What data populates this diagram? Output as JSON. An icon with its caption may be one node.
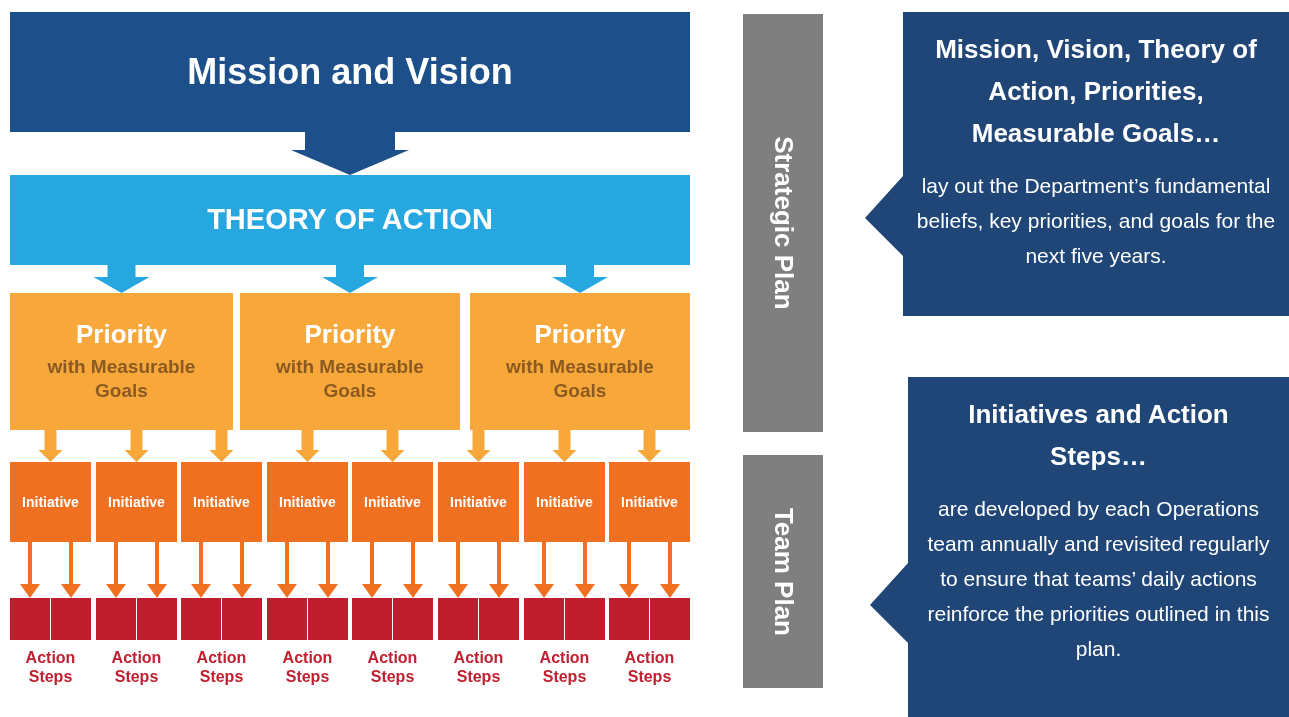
{
  "diagram": {
    "nodes": [
      {
        "text": [
          "Mission and Vision"
        ]
      },
      {
        "text": [
          "THEORY OF ACTION"
        ]
      },
      {
        "text": [
          "Priority",
          "with Measurable Goals"
        ]
      },
      {
        "text": [
          "Priority",
          "with Measurable Goals"
        ]
      },
      {
        "text": [
          "Priority",
          "with Measurable Goals"
        ]
      },
      {
        "text": [
          "Initiative"
        ]
      },
      {
        "text": [
          "Initiative"
        ]
      },
      {
        "text": [
          "Initiative"
        ]
      },
      {
        "text": [
          "Initiative"
        ]
      },
      {
        "text": [
          "Initiative"
        ]
      },
      {
        "text": [
          "Initiative"
        ]
      },
      {
        "text": [
          "Initiative"
        ]
      },
      {
        "text": [
          "Initiative"
        ]
      },
      {
        "text": [],
        "shape": "box"
      },
      {
        "text": [],
        "shape": "box"
      },
      {
        "text": [],
        "shape": "box"
      },
      {
        "text": [],
        "shape": "box"
      },
      {
        "text": [],
        "shape": "box"
      },
      {
        "text": [],
        "shape": "box"
      },
      {
        "text": [],
        "shape": "box"
      },
      {
        "text": [],
        "shape": "box"
      },
      {
        "text": [],
        "shape": "box"
      },
      {
        "text": [],
        "shape": "box"
      },
      {
        "text": [],
        "shape": "box"
      },
      {
        "text": [],
        "shape": "box"
      },
      {
        "text": [],
        "shape": "box"
      },
      {
        "text": [],
        "shape": "box"
      },
      {
        "text": [],
        "shape": "box"
      },
      {
        "text": [],
        "shape": "box"
      },
      {
        "text": [
          "Strategic Plan"
        ]
      },
      {
        "text": [
          "Team Plan"
        ]
      },
      {
        "text": [
          "Mission, Vision, Theory of Action, Priorities, Measurable Goals…",
          "lay out the Department’s fundamental beliefs, key priorities, and goals for the next five years."
        ]
      },
      {
        "text": [
          "Initiatives and Action Steps…",
          "are developed by each Operations team annually and revisited regularly to ensure that teams’ daily actions reinforce the priorities outlined in this plan."
        ]
      }
    ],
    "edges": [
      {
        "from": 0,
        "to": 1,
        "arrow": "to",
        "style": "thick",
        "color": "#1d4f8a"
      },
      {
        "from": 1,
        "to": 2,
        "arrow": "to",
        "style": "thick",
        "color": "#27a7e0"
      },
      {
        "from": 1,
        "to": 3,
        "arrow": "to",
        "style": "thick",
        "color": "#27a7e0"
      },
      {
        "from": 1,
        "to": 4,
        "arrow": "to",
        "style": "thick",
        "color": "#27a7e0"
      },
      {
        "from": 2,
        "to": 5,
        "arrow": "to",
        "style": "thick",
        "color": "#f8a83b"
      },
      {
        "from": 2,
        "to": 6,
        "arrow": "to",
        "style": "thick",
        "color": "#f8a83b"
      },
      {
        "from": 2,
        "to": 7,
        "arrow": "to",
        "style": "thick",
        "color": "#f8a83b"
      },
      {
        "from": 3,
        "to": 8,
        "arrow": "to",
        "style": "thick",
        "color": "#f8a83b"
      },
      {
        "from": 3,
        "to": 9,
        "arrow": "to",
        "style": "thick",
        "color": "#f8a83b"
      },
      {
        "from": 4,
        "to": 10,
        "arrow": "to",
        "style": "thick",
        "color": "#f8a83b"
      },
      {
        "from": 4,
        "to": 11,
        "arrow": "to",
        "style": "thick",
        "color": "#f8a83b"
      },
      {
        "from": 4,
        "to": 12,
        "arrow": "to",
        "style": "thick",
        "color": "#f8a83b"
      },
      {
        "from": 5,
        "to": 13,
        "arrow": "to"
      },
      {
        "from": 5,
        "to": 14,
        "arrow": "to"
      },
      {
        "from": 6,
        "to": 15,
        "arrow": "to"
      },
      {
        "from": 6,
        "to": 16,
        "arrow": "to"
      },
      {
        "from": 7,
        "to": 17,
        "arrow": "to"
      },
      {
        "from": 7,
        "to": 18,
        "arrow": "to"
      },
      {
        "from": 8,
        "to": 19,
        "arrow": "to"
      },
      {
        "from": 8,
        "to": 20,
        "arrow": "to"
      },
      {
        "from": 9,
        "to": 21,
        "arrow": "to"
      },
      {
        "from": 9,
        "to": 22,
        "arrow": "to"
      },
      {
        "from": 10,
        "to": 23,
        "arrow": "to"
      },
      {
        "from": 10,
        "to": 24,
        "arrow": "to"
      },
      {
        "from": 11,
        "to": 25,
        "arrow": "to"
      },
      {
        "from": 11,
        "to": 26,
        "arrow": "to"
      },
      {
        "from": 12,
        "to": 27,
        "arrow": "to"
      },
      {
        "from": 12,
        "to": 28,
        "arrow": "to"
      }
    ],
    "labels": [
      "Action Steps",
      "Action Steps",
      "Action Steps",
      "Action Steps",
      "Action Steps",
      "Action Steps",
      "Action Steps",
      "Action Steps"
    ]
  }
}
